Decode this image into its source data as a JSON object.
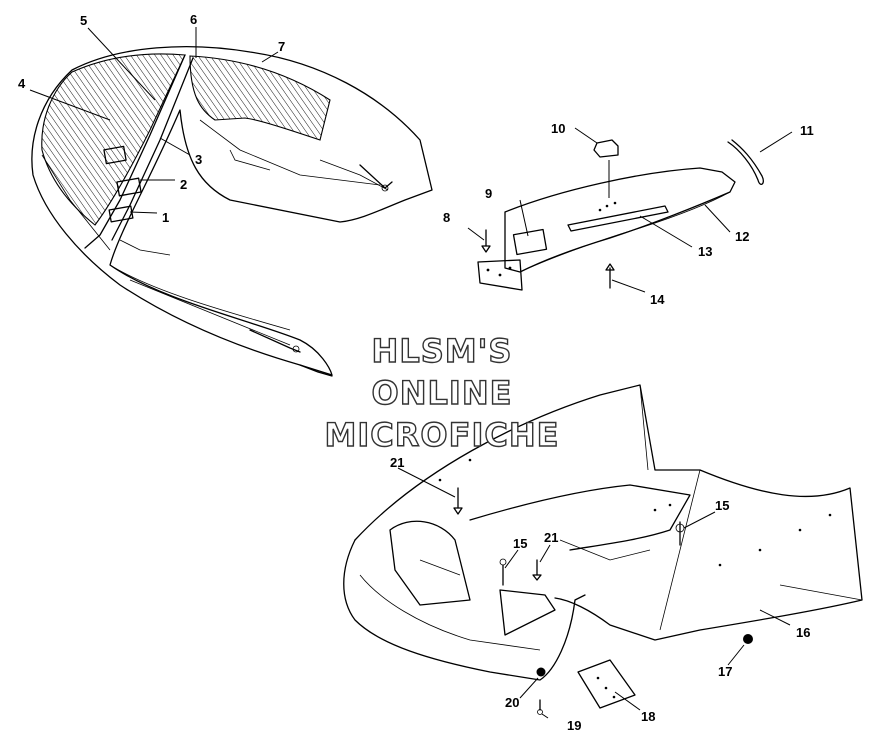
{
  "watermark": {
    "line1": "HLSM'S",
    "line2": "ONLINE",
    "line3": "MICROFICHE"
  },
  "callouts": {
    "c1": "1",
    "c2": "2",
    "c3": "3",
    "c4": "4",
    "c5": "5",
    "c6": "6",
    "c7": "7",
    "c8": "8",
    "c9": "9",
    "c10": "10",
    "c11": "11",
    "c12": "12",
    "c13": "13",
    "c14": "14",
    "c15a": "15",
    "c15b": "15",
    "c16": "16",
    "c17": "17",
    "c18": "18",
    "c19": "19",
    "c20": "20",
    "c21a": "21",
    "c21b": "21"
  }
}
